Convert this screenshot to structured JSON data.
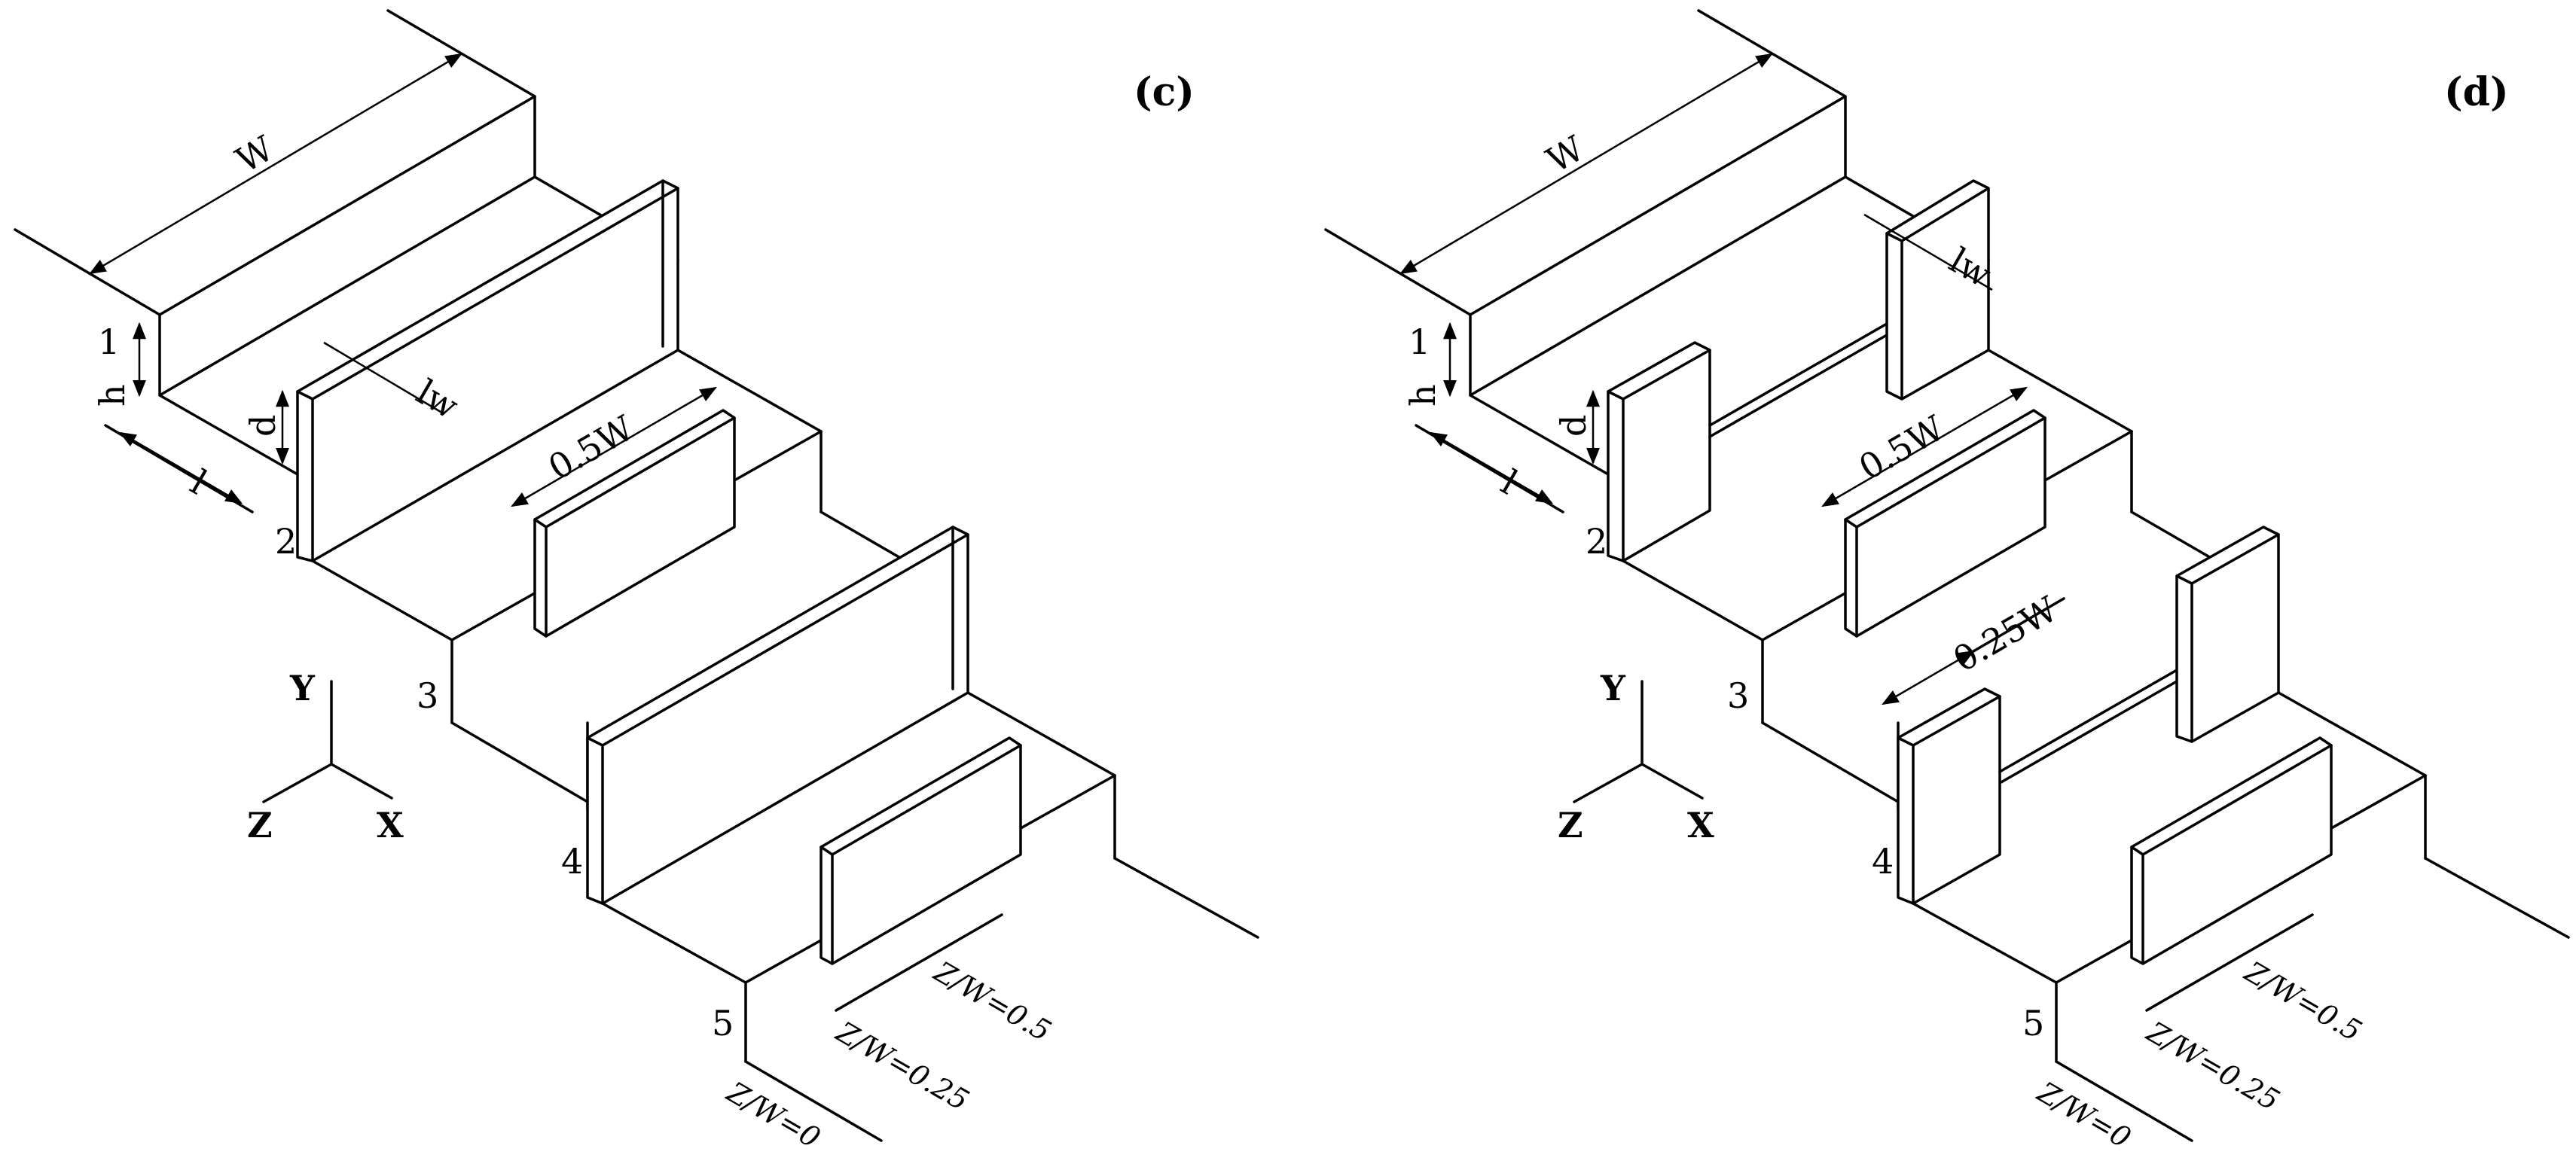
{
  "panels": [
    {
      "id": "c",
      "label": "(c)",
      "dims": {
        "w": "W",
        "h": "h",
        "l": "l",
        "d": "d",
        "lw": "lw",
        "half": "0.5W",
        "quarter": ""
      },
      "steps": [
        "1",
        "2",
        "3",
        "4",
        "5"
      ],
      "axes": {
        "y": "Y",
        "x": "X",
        "z": "Z"
      },
      "planes": [
        "Z/W=0.5",
        "Z/W=0.25",
        "Z/W=0"
      ]
    },
    {
      "id": "d",
      "label": "(d)",
      "dims": {
        "w": "W",
        "h": "h",
        "l": "l",
        "d": "d",
        "lw": "lw",
        "half": "0.5W",
        "quarter": "0.25W"
      },
      "steps": [
        "1",
        "2",
        "3",
        "4",
        "5"
      ],
      "axes": {
        "y": "Y",
        "x": "X",
        "z": "Z"
      },
      "planes": [
        "Z/W=0.5",
        "Z/W=0.25",
        "Z/W=0"
      ]
    }
  ]
}
